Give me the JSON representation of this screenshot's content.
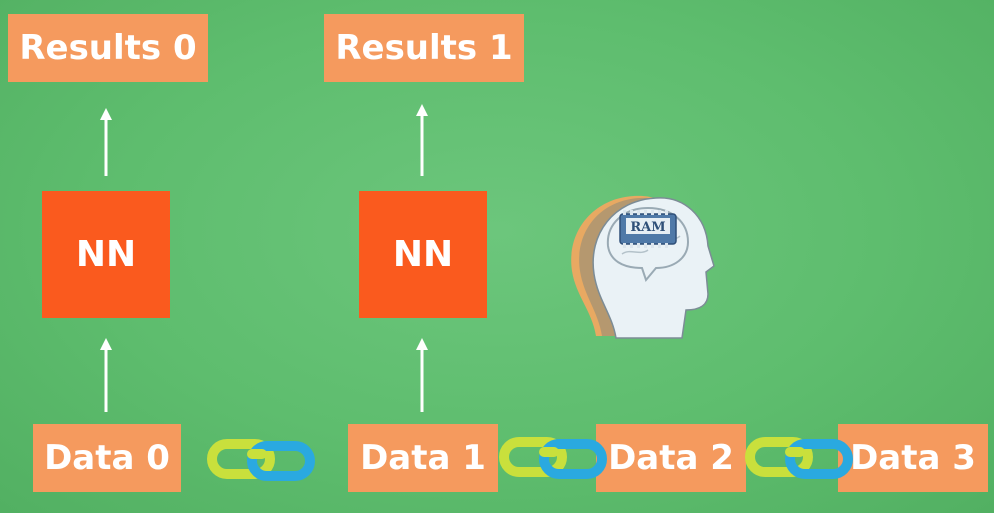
{
  "results": [
    {
      "label": "Results 0"
    },
    {
      "label": "Results 1"
    }
  ],
  "nn_boxes": [
    {
      "label": "NN"
    },
    {
      "label": "NN"
    }
  ],
  "data_items": [
    {
      "label": "Data 0"
    },
    {
      "label": "Data 1"
    },
    {
      "label": "Data 2"
    },
    {
      "label": "Data 3"
    }
  ],
  "memory": {
    "chip_label": "RAM",
    "icon": "head-with-ram-chip-icon"
  },
  "link_icon": "chain-link-icon",
  "colors": {
    "background": "#5ebd6e",
    "label_box": "#f59a5e",
    "nn_box": "#fa5a1e",
    "link_yellow": "#c9e03c",
    "link_blue": "#2aa9e0"
  }
}
